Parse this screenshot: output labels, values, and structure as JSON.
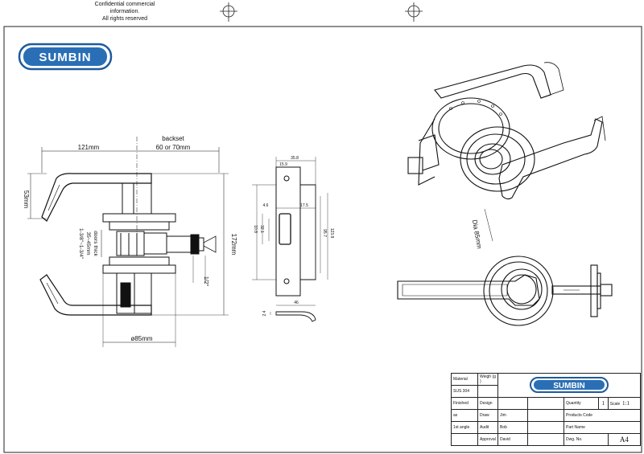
{
  "header": {
    "confidential_line1": "Confidential commercial information.",
    "confidential_line2": "All rights reserved"
  },
  "brand": {
    "logo_text": "SUMBIN"
  },
  "front_view": {
    "dim_121": "121mm",
    "backset_label": "backset",
    "backset_value": "60 or 70mm",
    "dim_53": "53mm",
    "doors_thick_label": "doors thick",
    "doors_thick_mm": "35~45mm",
    "doors_thick_in": "1-3/8\"~1-3/4\"",
    "dim_172": "172mm",
    "dim_half": "1/2\"",
    "dim_dia85": "ø85mm"
  },
  "strike_plate": {
    "dim_35_8": "35.8",
    "dim_15_9": "15.9",
    "dim_4_6": "4.6",
    "dim_17_5": "17.5",
    "dim_10_8": "10.8",
    "dim_32_1": "32.1",
    "dim_95_7": "95.7",
    "dim_123_8": "123.8",
    "dim_46": "46",
    "dim_2_4": "2.4"
  },
  "side_view": {
    "dia_label": "Dia 85mm"
  },
  "title_block": {
    "material_label": "Material",
    "material_value": "SUS 304",
    "weight_label": "Weigh (g )",
    "finished_label": "Finished",
    "design_label": "Design",
    "quantity_label": "Quantity",
    "quantity_value": "1",
    "scale_label": "Scale",
    "scale_value": "1:1",
    "as_label": "as",
    "draw_label": "Draw",
    "draw_value": "Jim",
    "products_code_label": "Products Code",
    "first_angle_label": "1st angle",
    "audit_label": "Audit",
    "audit_value": "Bob",
    "part_name_label": "Part Name",
    "approval_label": "Approval",
    "approval_value": "David",
    "dwg_no_label": "Dwg. No.",
    "sheet_size": "A4"
  }
}
